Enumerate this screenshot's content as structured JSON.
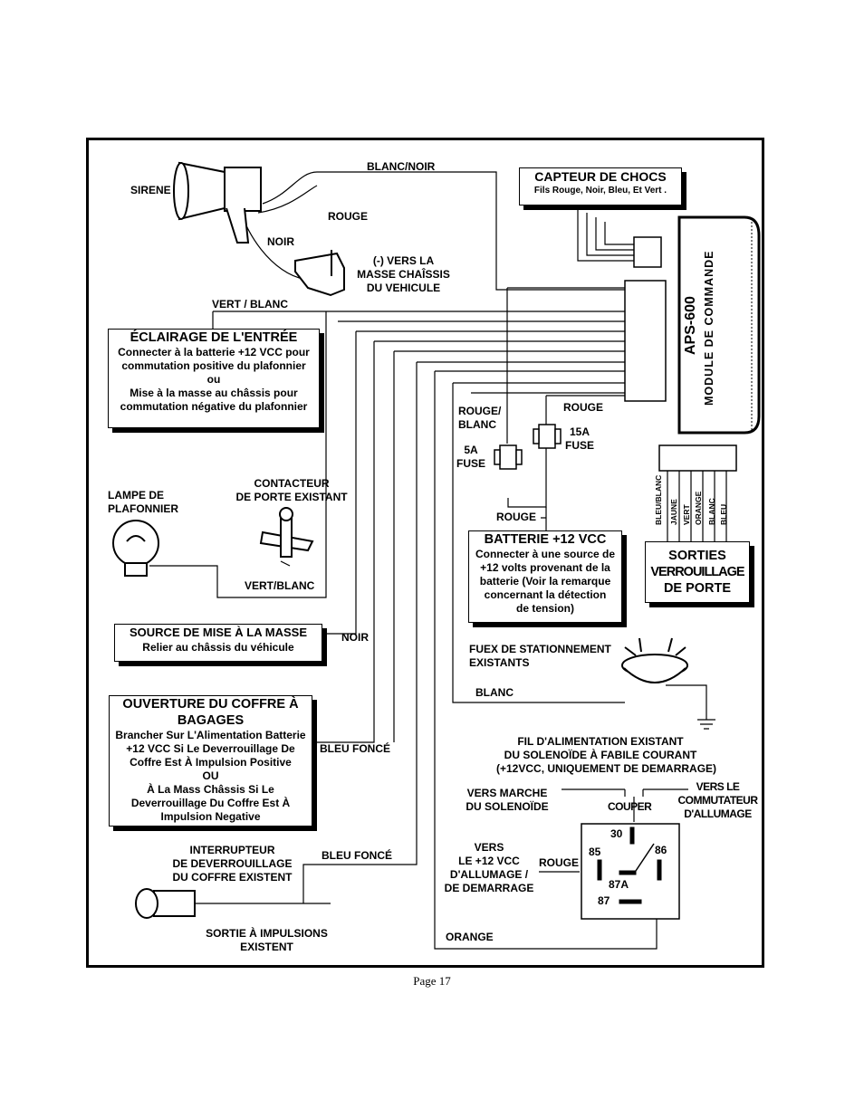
{
  "boxes": {
    "capteur": {
      "title": "CAPTEUR DE CHOCS",
      "body": "Fils Rouge, Noir, Bleu, Et Vert ."
    },
    "eclairage": {
      "title": "ÉCLAIRAGE DE L'ENTRÉE",
      "lines": [
        "Connecter à la batterie +12 VCC pour",
        "commutation positive du plafonnier",
        "ou",
        "Mise à la masse au châssis pour",
        "commutation négative du plafonnier"
      ]
    },
    "masse": {
      "title": "SOURCE DE MISE À LA MASSE",
      "body": "Relier au châssis du véhicule"
    },
    "coffre": {
      "title_lines": [
        "OUVERTURE DU COFFRE À",
        "BAGAGES"
      ],
      "lines": [
        "Brancher Sur L'Alimentation Batterie",
        "+12 VCC Si Le Deverrouillage De",
        "Coffre Est À Impulsion Positive",
        "OU",
        "À La Mass Châssis Si Le",
        "Deverrouillage Du Coffre Est À",
        "Impulsion Negative"
      ]
    },
    "batterie": {
      "title": "BATTERIE +12 VCC",
      "lines": [
        "Connecter à une source de",
        "+12 volts provenant de la",
        "batterie (Voir la remarque",
        "concernant la détection",
        "de tension)"
      ]
    },
    "sorties": {
      "lines": [
        "SORTIES",
        "VERROUILLAGE",
        "DE PORTE"
      ]
    },
    "module": {
      "model": "APS-600",
      "name": "MODULE DE COMMANDE"
    }
  },
  "labels": {
    "sirene": "SIRENE",
    "blanc_noir": "BLANC/NOIR",
    "rouge_sirene": "ROUGE",
    "noir_sirene": "NOIR",
    "masse_chassis": [
      "(-) VERS LA",
      "MASSE CHAÎSSIS",
      "DU VEHICULE"
    ],
    "vert_blanc_top": "VERT / BLANC",
    "rouge_blanc": [
      "ROUGE/",
      "BLANC"
    ],
    "rouge_15a": "ROUGE",
    "fuse_15a": [
      "15A",
      "FUSE"
    ],
    "fuse_5a": [
      "5A",
      "FUSE"
    ],
    "lampe": [
      "LAMPE DE",
      "PLAFONNIER"
    ],
    "contacteur": [
      "CONTACTEUR",
      "DE PORTE EXISTANT"
    ],
    "vert_blanc_bottom": "VERT/BLANC",
    "rouge_batt": "ROUGE",
    "noir_masse": "NOIR",
    "feux": [
      "FUEX DE STATIONNEMENT",
      "EXISTANTS"
    ],
    "blanc": "BLANC",
    "bleu_fonce_1": "BLEU FONCÉ",
    "bleu_fonce_2": "BLEU FONCÉ",
    "fil_alim": [
      "FIL D'ALIMENTATION EXISTANT",
      "DU SOLENOÏDE À FABILE COURANT",
      "(+12VCC, UNIQUEMENT DE DEMARRAGE)"
    ],
    "vers_marche": [
      "VERS MARCHE",
      "DU SOLENOÏDE"
    ],
    "couper": "COUPER",
    "vers_commutateur": [
      "VERS LE",
      "COMMUTATEUR",
      "D'ALLUMAGE"
    ],
    "vers_12v": [
      "VERS",
      "LE +12 VCC",
      "D'ALLUMAGE /",
      "DE DEMARRAGE"
    ],
    "rouge_relais": "ROUGE",
    "interrupteur": [
      "INTERRUPTEUR",
      "DE DEVERROUILLAGE",
      "DU COFFRE EXISTENT"
    ],
    "sortie_impulsions": [
      "SORTIE À IMPULSIONS",
      "EXISTENT"
    ],
    "orange": "ORANGE",
    "relay_pins": {
      "p30": "30",
      "p85": "85",
      "p86": "86",
      "p87a": "87A",
      "p87": "87"
    },
    "door_wires": [
      "BLEU/BLANC",
      "JAUNE",
      "VERT",
      "ORANGE",
      "BLANC",
      "BLEU"
    ]
  },
  "footer": {
    "page": "Page 17"
  }
}
